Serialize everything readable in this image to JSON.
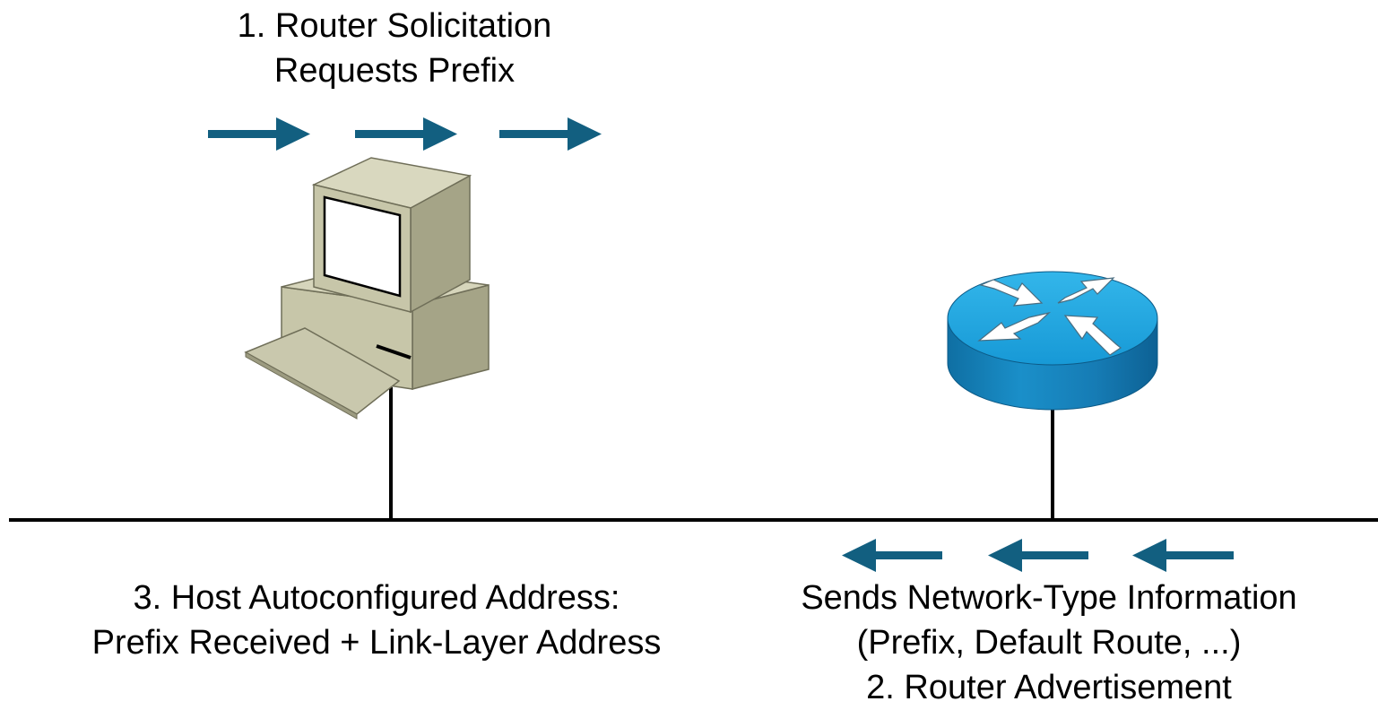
{
  "solicitation": {
    "line1": "1. Router Solicitation",
    "line2": "Requests Prefix"
  },
  "host_address": {
    "line1": "3. Host Autoconfigured Address:",
    "line2": "Prefix Received + Link-Layer Address"
  },
  "advertisement": {
    "line1": "Sends Network-Type Information",
    "line2": "(Prefix, Default Route, ...)",
    "line3": "2. Router Advertisement"
  },
  "colors": {
    "arrow": "#125f80",
    "network_line": "#000000",
    "computer_body": "#c7c6a9",
    "computer_shadow": "#a4a386",
    "router_top": "#1fa6e0",
    "router_side": "#1478ad"
  },
  "icons": {
    "host": "desktop-computer-icon",
    "router": "router-icon"
  }
}
